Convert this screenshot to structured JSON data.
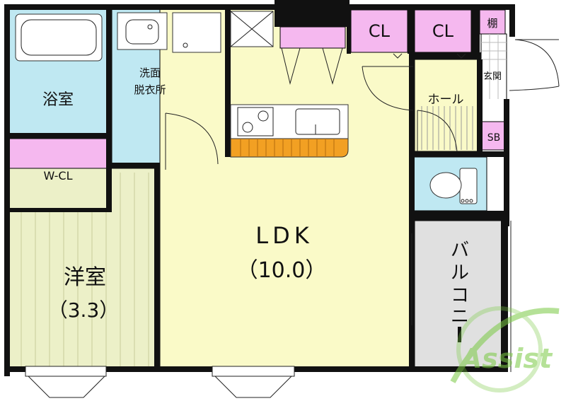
{
  "rooms": {
    "bathroom": "浴室",
    "washroom_line1": "洗面",
    "washroom_line2": "脱衣所",
    "walk_in_closet": "W-CL",
    "western_room": "洋室",
    "western_room_size": "（3.3）",
    "ldk": "LDK",
    "ldk_size": "（10.0）",
    "closet_1": "CL",
    "closet_2": "CL",
    "shelf": "棚",
    "entrance": "玄関",
    "hall": "ホール",
    "shoe_box": "SB",
    "balcony_chars": [
      "バ",
      "ル",
      "コ",
      "ニ",
      "ー"
    ]
  },
  "logo": {
    "text": "Assist"
  },
  "colors": {
    "wet_area": "#bfe8f2",
    "closet": "#f5b8ef",
    "living": "#fafac8",
    "western": "#ecf0c8",
    "wall": "#111111",
    "balcony": "#e0e0e0",
    "counter": "#f2a023",
    "logo": "#7ac943"
  }
}
